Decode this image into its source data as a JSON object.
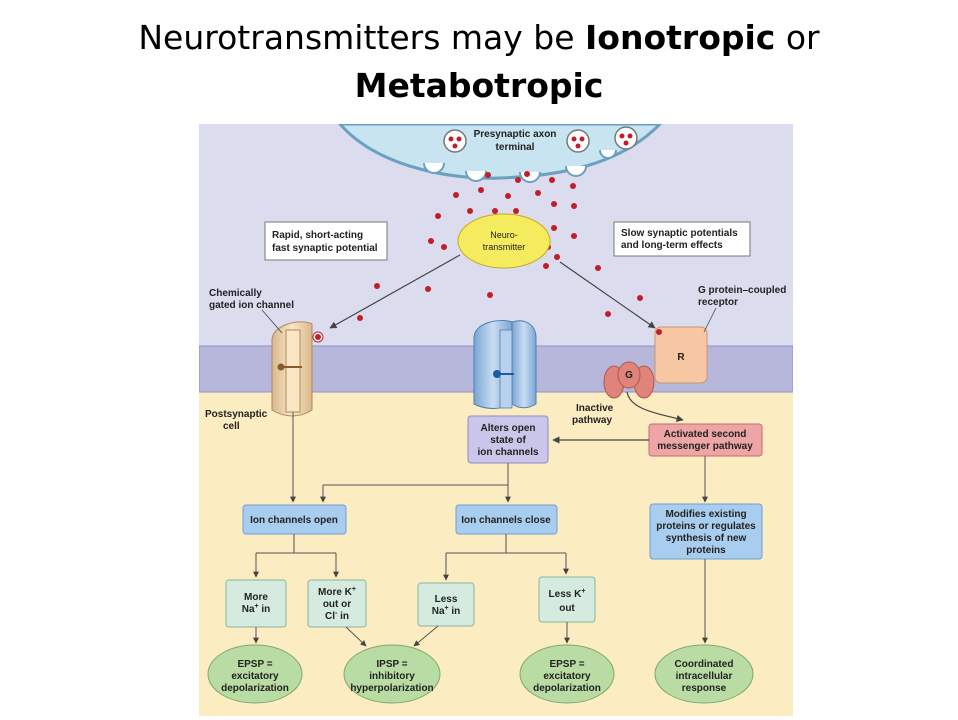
{
  "title": {
    "part1": "Neurotransmitters may be ",
    "bold1": "Ionotropic",
    "part2": " or",
    "bold2": "Metabotropic"
  },
  "labels": {
    "presynaptic_1": "Presynaptic axon",
    "presynaptic_2": "terminal",
    "neuro_1": "Neuro-",
    "neuro_2": "transmitter",
    "rapid_1": "Rapid, short-acting",
    "rapid_2": "fast synaptic potential",
    "slow_1": "Slow synaptic potentials",
    "slow_2": "and long-term effects",
    "chem_1": "Chemically",
    "chem_2": "gated ion channel",
    "gpcr_1": "G protein–coupled",
    "gpcr_2": "receptor",
    "receptor_letter": "R",
    "gprotein_letter": "G",
    "postsyn_1": "Postsynaptic",
    "postsyn_2": "cell",
    "inactive_1": "Inactive",
    "inactive_2": "pathway"
  },
  "boxes": {
    "alters": [
      "Alters open",
      "state of",
      "ion channels"
    ],
    "second_messenger": [
      "Activated second",
      "messenger pathway"
    ],
    "channels_open": "Ion channels open",
    "channels_close": "Ion channels close",
    "modifies": [
      "Modifies existing",
      "proteins or regulates",
      "synthesis of new",
      "proteins"
    ],
    "more_na": [
      "More",
      "Na",
      "+",
      " in"
    ],
    "more_k": [
      "More K",
      "+",
      "out or",
      "Cl",
      "-",
      " in"
    ],
    "less_na": [
      "Less",
      "Na",
      "+",
      " in"
    ],
    "less_k": [
      "Less K",
      "+",
      "out"
    ],
    "epsp1": [
      "EPSP =",
      "excitatory",
      "depolarization"
    ],
    "ipsp": [
      "IPSP =",
      "inhibitory",
      "hyperpolarization"
    ],
    "epsp2": [
      "EPSP =",
      "excitatory",
      "depolarization"
    ],
    "coordinated": [
      "Coordinated",
      "intracellular",
      "response"
    ]
  },
  "colors": {
    "extracellular": "#dcdcef",
    "membrane": "#b7b7dc",
    "cytoplasm": "#fbecc2",
    "terminal": "#c8e4f0",
    "blue_box": "#a9cdee",
    "green_box": "#d6ebdf",
    "epsp_ellipse": "#b9dca4",
    "messenger_box": "#eea5a5",
    "vesicle_dot": "#c01f28",
    "neuro_ellipse": "#f4ec5e",
    "receptor": "#f7c7a3",
    "g_protein": "#e0847b"
  }
}
